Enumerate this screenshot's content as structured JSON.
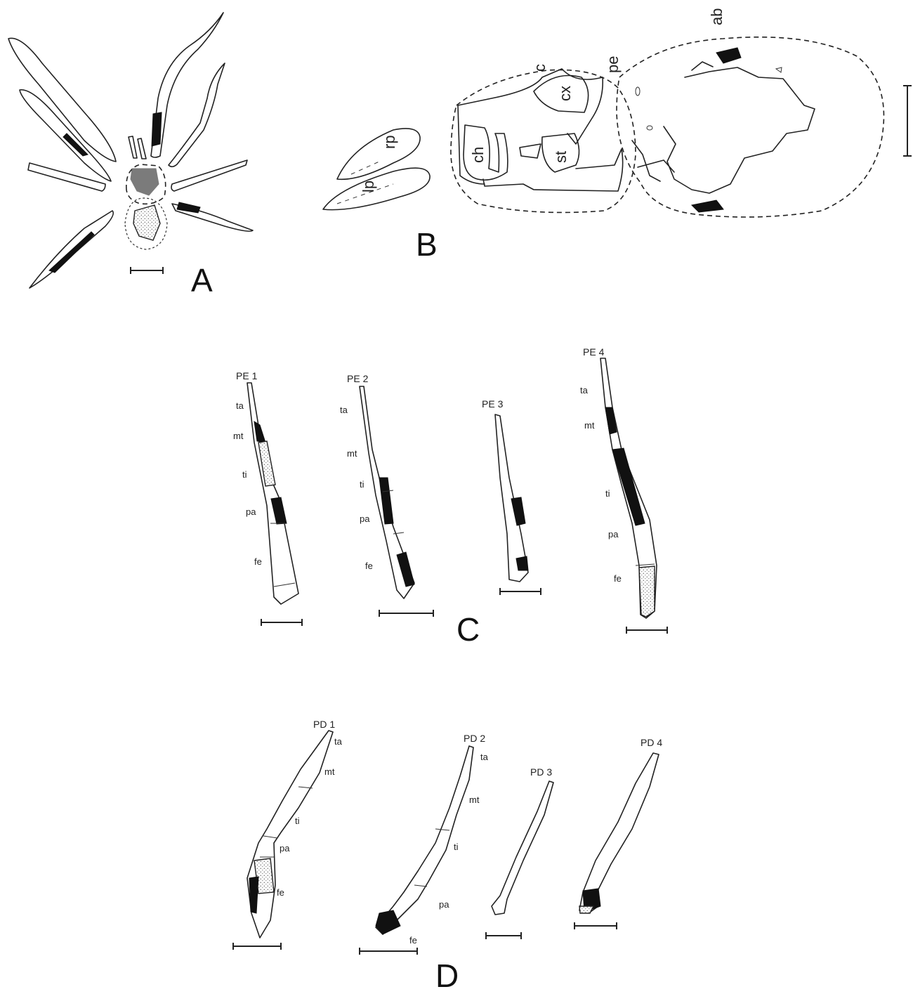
{
  "figure": {
    "panels": {
      "A": "A",
      "B": "B",
      "C": "C",
      "D": "D"
    },
    "panel_b_labels": {
      "ab": "ab",
      "pe": "pe",
      "c": "c",
      "cx": "cx",
      "ch": "ch",
      "st": "st",
      "lp": "lp",
      "rp": "rp"
    },
    "panel_c_legs": [
      {
        "name": "PE 1",
        "segments": [
          "ta",
          "mt",
          "ti",
          "pa",
          "fe"
        ]
      },
      {
        "name": "PE 2",
        "segments": [
          "ta",
          "mt",
          "ti",
          "pa",
          "fe"
        ]
      },
      {
        "name": "PE 3",
        "segments": []
      },
      {
        "name": "PE 4",
        "segments": [
          "ta",
          "mt",
          "ti",
          "pa",
          "fe"
        ]
      }
    ],
    "panel_d_legs": [
      {
        "name": "PD 1",
        "segments": [
          "ta",
          "mt",
          "ti",
          "pa",
          "fe"
        ]
      },
      {
        "name": "PD 2",
        "segments": [
          "ta",
          "mt",
          "ti",
          "pa",
          "fe"
        ]
      },
      {
        "name": "PD 3",
        "segments": []
      },
      {
        "name": "PD 4",
        "segments": []
      }
    ]
  }
}
